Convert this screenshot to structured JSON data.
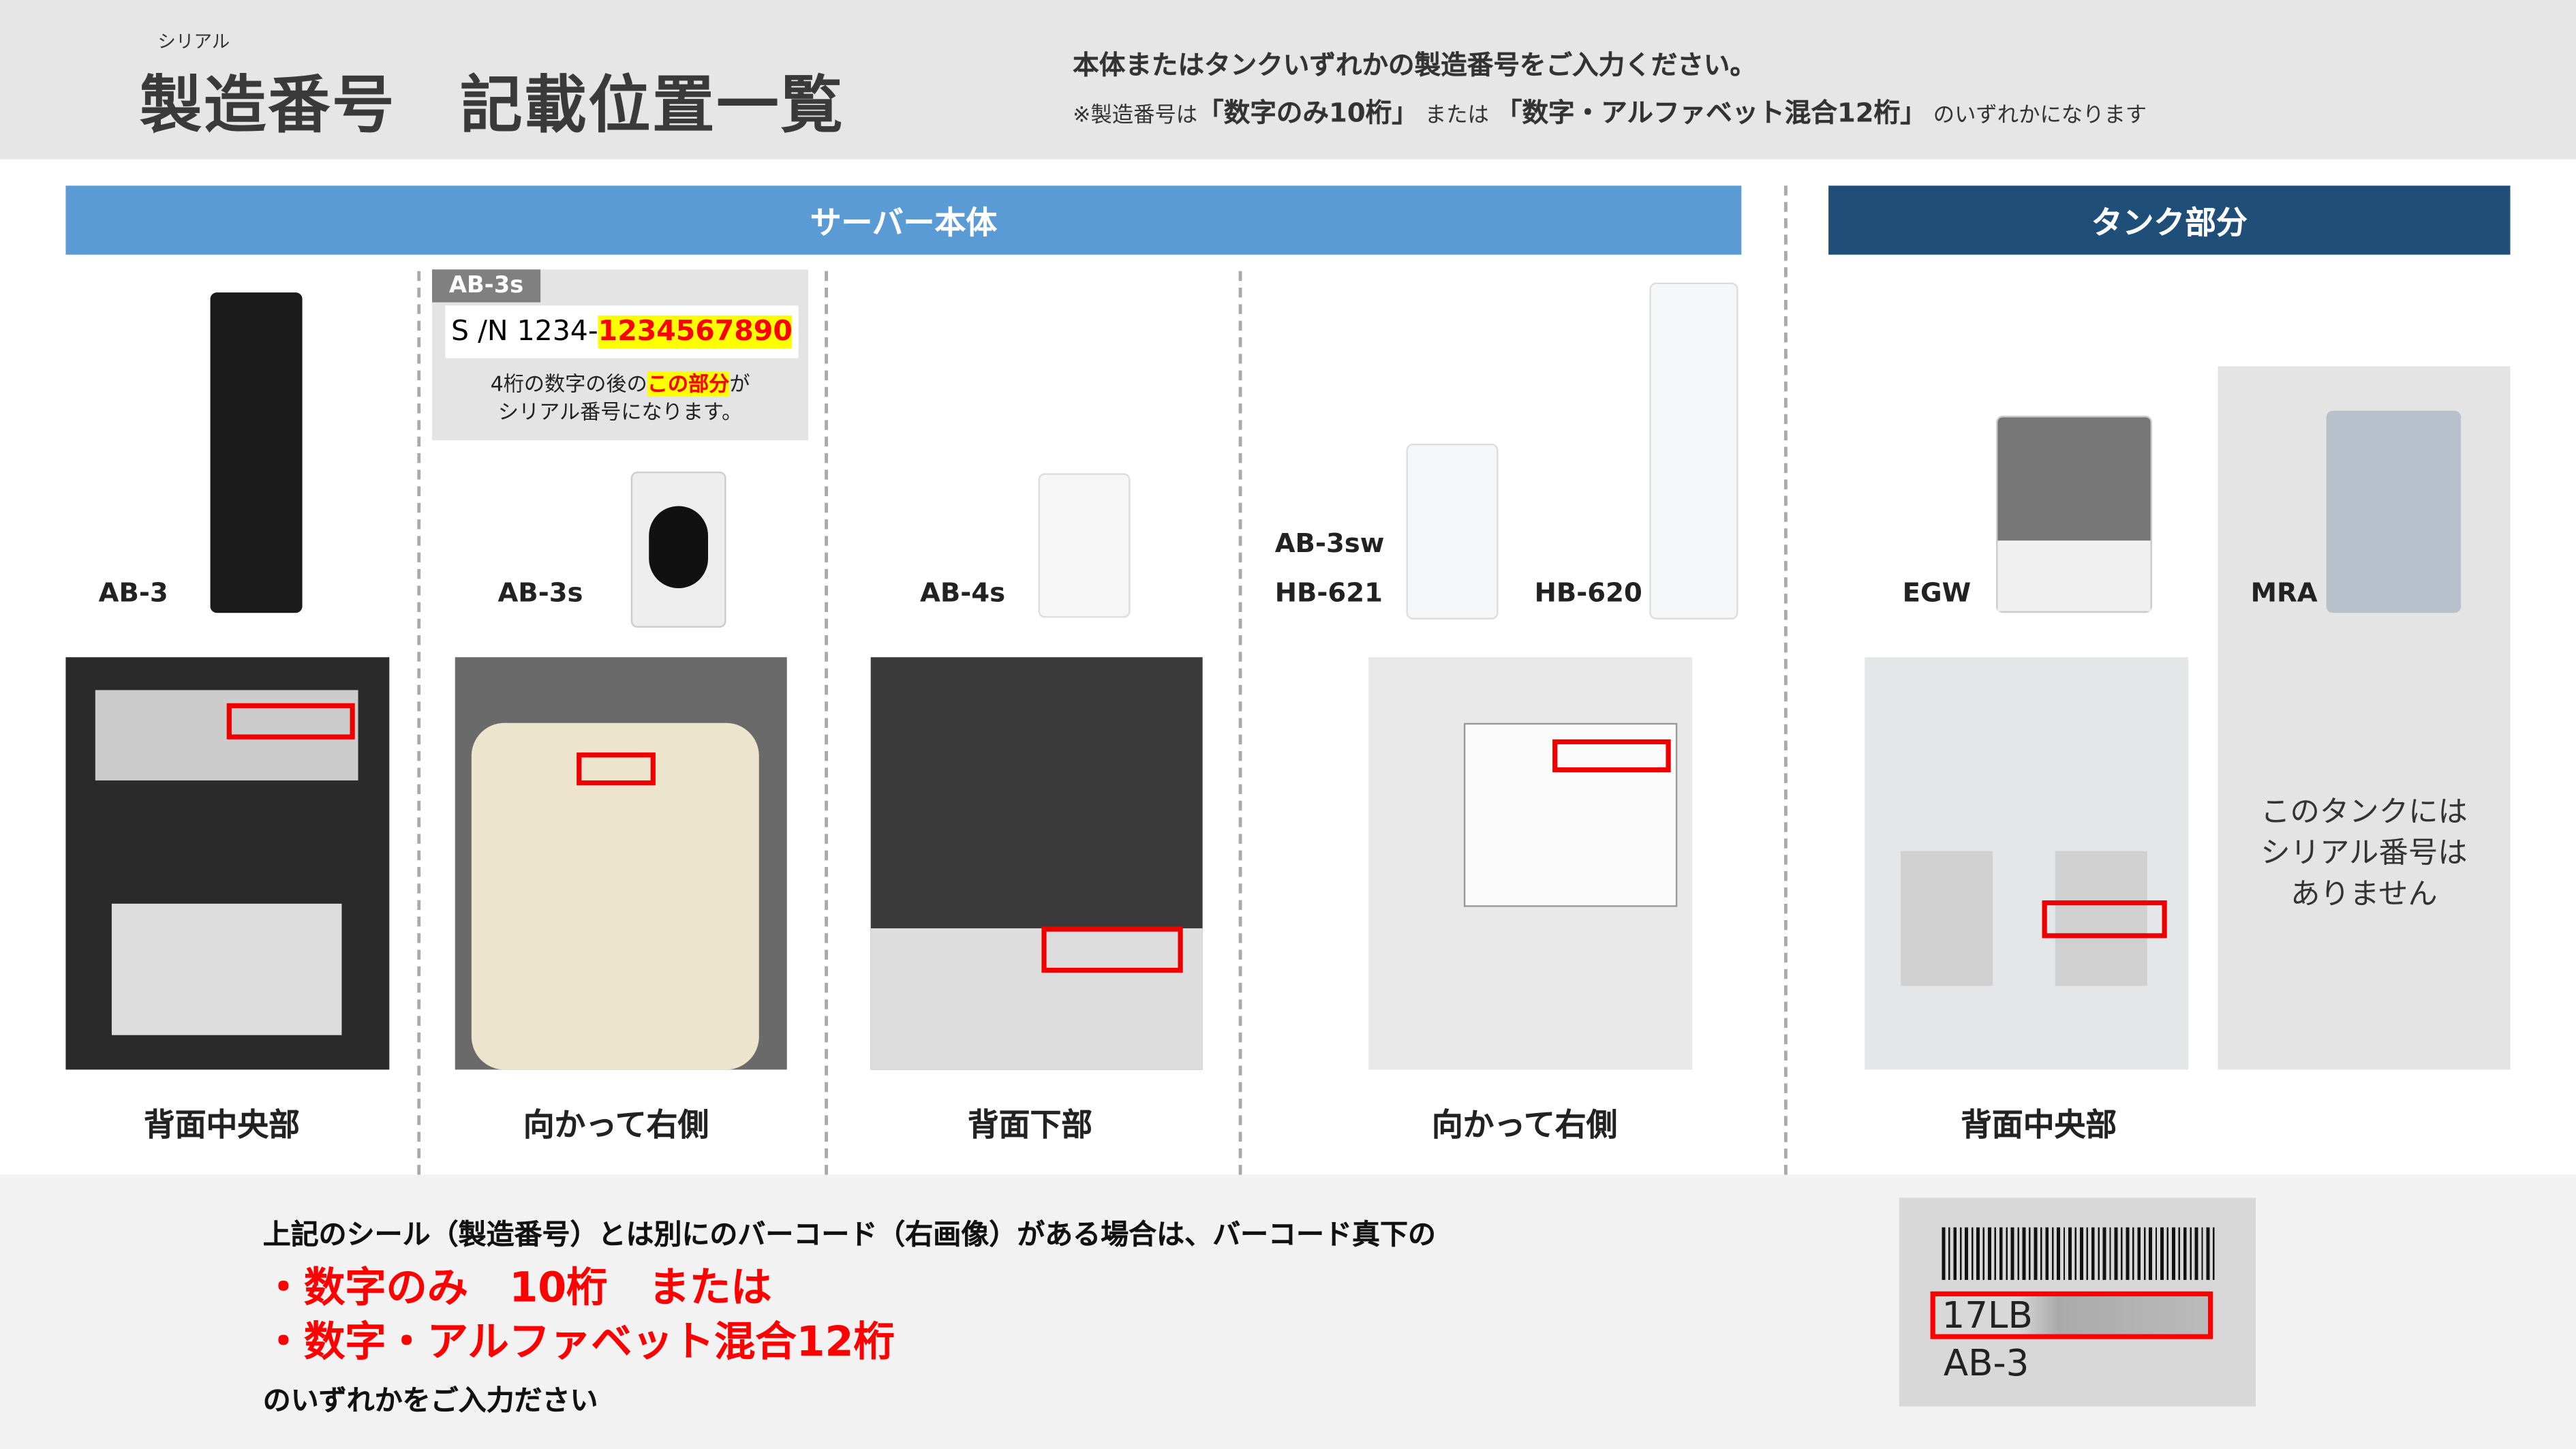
{
  "header": {
    "ruby": "シリアル",
    "title": "製造番号　記載位置一覧",
    "instruction": "本体またはタンクいずれかの製造番号をご入力ください。",
    "note_prefix": "※製造番号は",
    "note_opt1": "「数字のみ10桁」",
    "note_mid": "または",
    "note_opt2": "「数字・アルファベット混合12桁」",
    "note_suffix": "のいずれかになります"
  },
  "sections": {
    "server": "サーバー本体",
    "tank": "タンク部分"
  },
  "callout": {
    "model": "AB-3s",
    "sn_prefix": "S /N 1234-",
    "sn_serial": "1234567890",
    "desc_pre": "4桁の数字の後の",
    "desc_highlight": "この部分",
    "desc_post": "が",
    "desc_line2": "シリアル番号になります。"
  },
  "models": [
    {
      "label": "AB-3",
      "caption": "背面中央部"
    },
    {
      "label": "AB-3s",
      "caption": "向かって右側"
    },
    {
      "label": "AB-4s",
      "caption": "背面下部"
    },
    {
      "label": "AB-3sw",
      "label2": "HB-621",
      "label3": "HB-620",
      "caption": "向かって右側"
    },
    {
      "label": "EGW",
      "caption": "背面中央部"
    },
    {
      "label": "MRA",
      "note": "このタンクには\nシリアル番号は\nありません"
    }
  ],
  "bottom": {
    "line1": "上記のシール（製造番号）とは別にのバーコード（右画像）がある場合は、バーコード真下の",
    "opt1": "・数字のみ　10桁　または",
    "opt2": "・数字・アルファベット混合12桁",
    "line4": "のいずれかをご入力ださい",
    "barcode_text": "17LB",
    "barcode_model": "AB-3"
  },
  "colors": {
    "server_bar": "#5b9bd5",
    "tank_bar": "#1f4e79",
    "highlight": "#ffff00",
    "red": "#ff0000"
  }
}
